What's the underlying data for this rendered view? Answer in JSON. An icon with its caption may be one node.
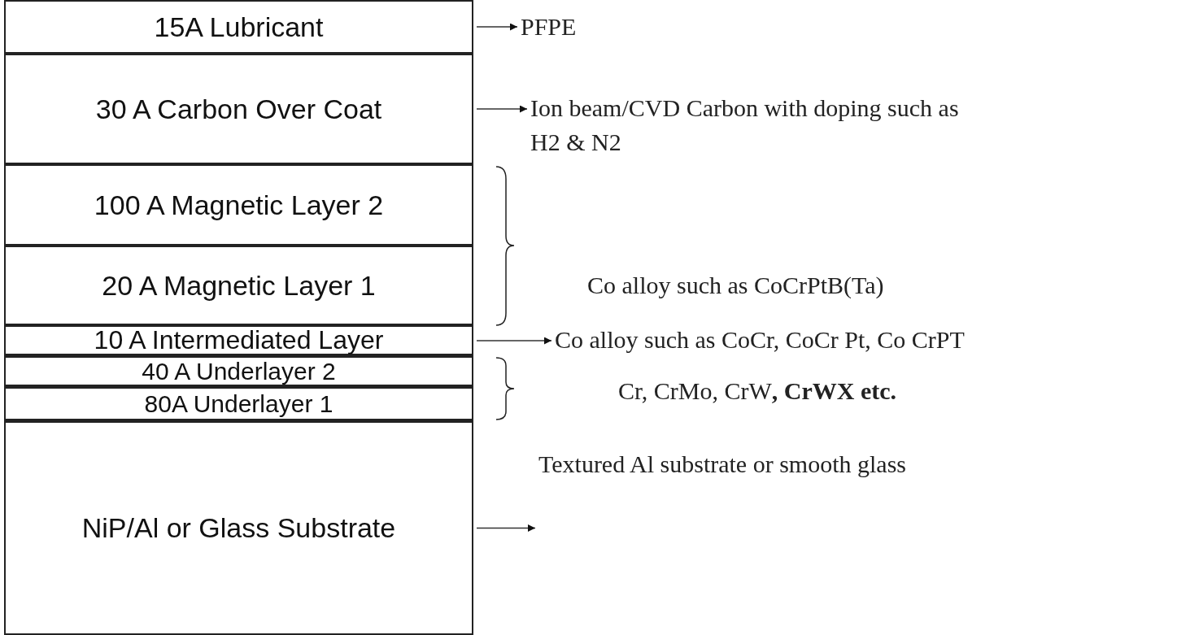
{
  "diagram": {
    "nodes": [
      {
        "text": [
          "15A Lubricant"
        ]
      },
      {
        "text": [
          "30 A Carbon Over Coat"
        ]
      },
      {
        "text": [
          "100 A Magnetic Layer 2"
        ]
      },
      {
        "text": [
          "20 A Magnetic Layer 1"
        ]
      },
      {
        "text": [
          "10 A Intermediated Layer"
        ]
      },
      {
        "text": [
          "40 A Underlayer 2"
        ]
      },
      {
        "text": [
          "80A Underlayer 1"
        ]
      },
      {
        "text": [
          "NiP/Al or Glass Substrate"
        ]
      },
      {
        "text": [
          "PFPE"
        ]
      },
      {
        "text": [
          "Ion beam/CVD Carbon with doping such as H2 & N2"
        ]
      },
      {
        "text": [
          "Co alloy such as CoCr, CoCr Pt, Co CrPT"
        ]
      },
      {
        "text": [
          "Textured Al substrate or smooth glass"
        ]
      }
    ],
    "edges": [
      {
        "from": 0,
        "to": 8,
        "arrow": "to"
      },
      {
        "from": 1,
        "to": 9,
        "arrow": "to"
      },
      {
        "from": 4,
        "to": 10,
        "arrow": "to"
      },
      {
        "from": 7,
        "to": 11,
        "arrow": "to"
      }
    ],
    "labels": [
      "Co alloy such as CoCrPtB(Ta)",
      "Cr, CrMo, CrW**, CrWX etc.**"
    ]
  }
}
